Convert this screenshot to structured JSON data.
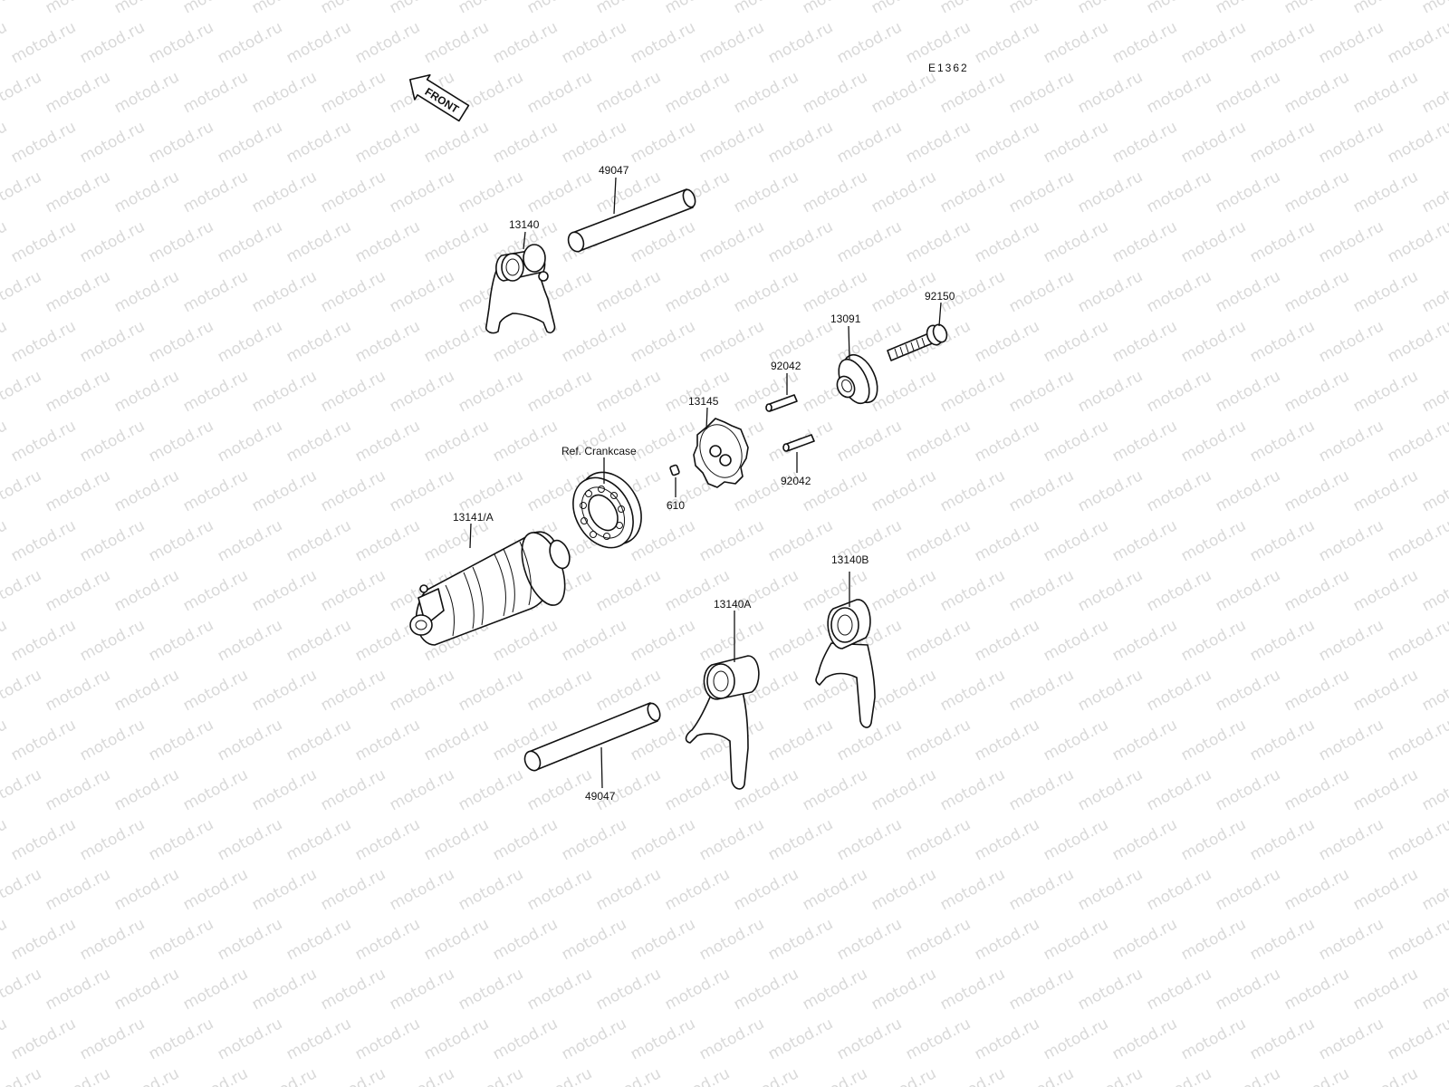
{
  "diagram": {
    "code": "E1362",
    "front_arrow": "FRONT",
    "watermark": "motod.ru",
    "labels": {
      "shaft_top": "49047",
      "fork_top": "13140",
      "bolt": "92150",
      "plate": "13091",
      "pin_upper": "92042",
      "pin_lower": "92042",
      "cam": "13145",
      "crankcase": "Ref. Crankcase",
      "dowel": "610",
      "drum": "13141/A",
      "fork_b": "13140B",
      "fork_a": "13140A",
      "shaft_bottom": "49047"
    }
  }
}
